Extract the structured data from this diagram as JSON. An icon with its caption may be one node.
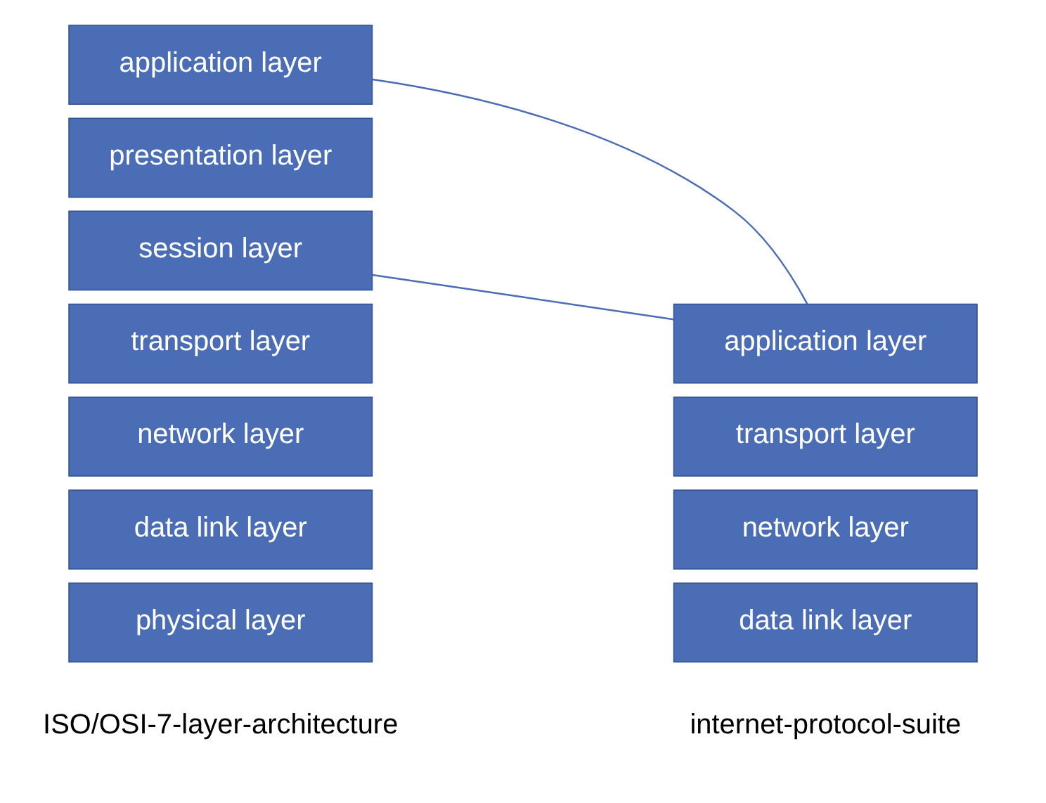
{
  "diagram": {
    "nodes": [
      {
        "text": [
          "application layer"
        ]
      },
      {
        "text": [
          "presentation layer"
        ]
      },
      {
        "text": [
          "session layer"
        ]
      },
      {
        "text": [
          "transport layer"
        ]
      },
      {
        "text": [
          "network layer"
        ]
      },
      {
        "text": [
          "data link layer"
        ]
      },
      {
        "text": [
          "physical layer"
        ]
      },
      {
        "text": [
          "application layer"
        ]
      },
      {
        "text": [
          "transport layer"
        ]
      },
      {
        "text": [
          "network layer"
        ]
      },
      {
        "text": [
          "data link layer"
        ]
      }
    ],
    "edges": [
      {
        "from": 0,
        "to": 7,
        "arrow": "none"
      },
      {
        "from": 2,
        "to": 7,
        "arrow": "none"
      }
    ],
    "labels": [
      "ISO/OSI-7-layer-architecture",
      "internet-protocol-suite"
    ]
  }
}
